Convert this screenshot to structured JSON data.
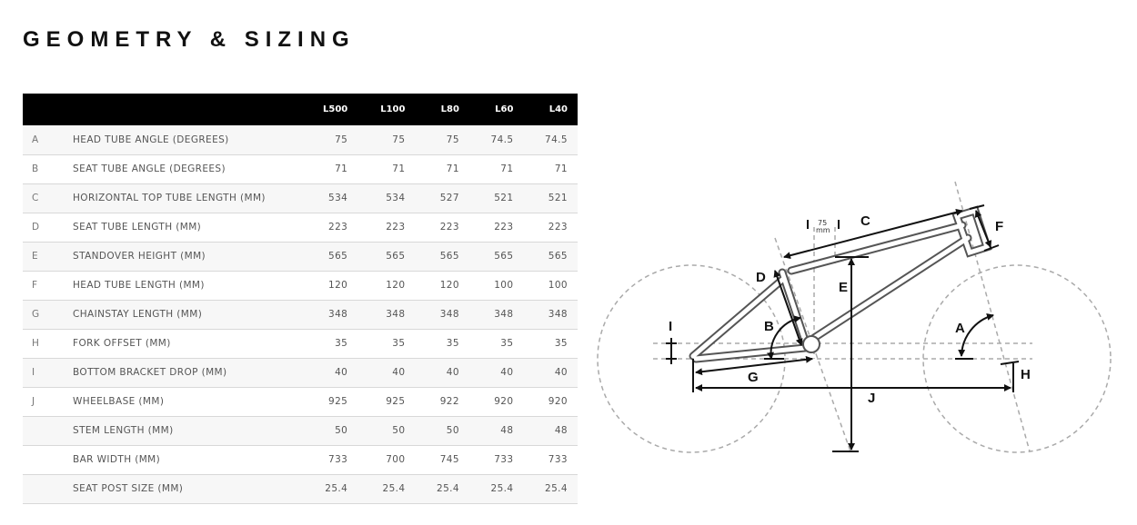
{
  "title": "GEOMETRY & SIZING",
  "table": {
    "columns": [
      "L500",
      "L100",
      "L80",
      "L60",
      "L40"
    ],
    "rows": [
      {
        "letter": "A",
        "label": "HEAD TUBE ANGLE (DEGREES)",
        "values": [
          "75",
          "75",
          "75",
          "74.5",
          "74.5"
        ]
      },
      {
        "letter": "B",
        "label": "SEAT TUBE ANGLE (DEGREES)",
        "values": [
          "71",
          "71",
          "71",
          "71",
          "71"
        ]
      },
      {
        "letter": "C",
        "label": "HORIZONTAL TOP TUBE LENGTH (MM)",
        "values": [
          "534",
          "534",
          "527",
          "521",
          "521"
        ]
      },
      {
        "letter": "D",
        "label": "SEAT TUBE LENGTH (MM)",
        "values": [
          "223",
          "223",
          "223",
          "223",
          "223"
        ]
      },
      {
        "letter": "E",
        "label": "STANDOVER HEIGHT (MM)",
        "values": [
          "565",
          "565",
          "565",
          "565",
          "565"
        ]
      },
      {
        "letter": "F",
        "label": "HEAD TUBE LENGTH (MM)",
        "values": [
          "120",
          "120",
          "120",
          "100",
          "100"
        ]
      },
      {
        "letter": "G",
        "label": "CHAINSTAY LENGTH (MM)",
        "values": [
          "348",
          "348",
          "348",
          "348",
          "348"
        ]
      },
      {
        "letter": "H",
        "label": "FORK OFFSET (MM)",
        "values": [
          "35",
          "35",
          "35",
          "35",
          "35"
        ]
      },
      {
        "letter": "I",
        "label": "BOTTOM BRACKET DROP (MM)",
        "values": [
          "40",
          "40",
          "40",
          "40",
          "40"
        ]
      },
      {
        "letter": "J",
        "label": "WHEELBASE (MM)",
        "values": [
          "925",
          "925",
          "922",
          "920",
          "920"
        ]
      },
      {
        "letter": "",
        "label": "STEM LENGTH (MM)",
        "values": [
          "50",
          "50",
          "50",
          "48",
          "48"
        ]
      },
      {
        "letter": "",
        "label": "BAR WIDTH (MM)",
        "values": [
          "733",
          "700",
          "745",
          "733",
          "733"
        ]
      },
      {
        "letter": "",
        "label": "SEAT POST SIZE (MM)",
        "values": [
          "25.4",
          "25.4",
          "25.4",
          "25.4",
          "25.4"
        ]
      }
    ]
  },
  "diagram": {
    "labels": {
      "A": "A",
      "B": "B",
      "C": "C",
      "D": "D",
      "E": "E",
      "F": "F",
      "G": "G",
      "H": "H",
      "I": "I",
      "J": "J"
    },
    "offset_value": "75",
    "offset_unit": "mm"
  }
}
